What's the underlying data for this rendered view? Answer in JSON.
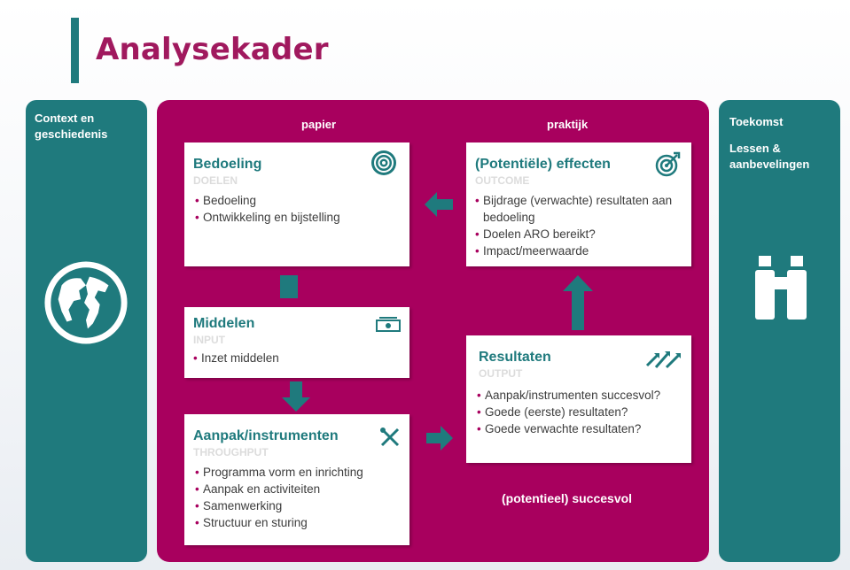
{
  "title": "Analysekader",
  "left_panel": {
    "text": "Context en geschiedenis",
    "icon": "globe-icon"
  },
  "right_panel": {
    "line1": "Toekomst",
    "line2": "Lessen & aanbevelingen",
    "icon": "binoculars-icon"
  },
  "center": {
    "col_left": "papier",
    "col_right": "praktijk",
    "bottom_label": "(potentieel) succesvol",
    "boxes": {
      "bedoeling": {
        "title": "Bedoeling",
        "sub": "DOELEN",
        "icon": "target-icon",
        "items": [
          "Bedoeling",
          "Ontwikkeling en bijstelling"
        ]
      },
      "effecten": {
        "title": "(Potentiële) effecten",
        "sub": "OUTCOME",
        "icon": "target-arrow-icon",
        "items": [
          "Bijdrage (verwachte) resultaten aan bedoeling",
          "Doelen ARO bereikt?",
          "Impact/meerwaarde"
        ]
      },
      "middelen": {
        "title": "Middelen",
        "sub": "INPUT",
        "icon": "money-icon",
        "items": [
          "Inzet middelen"
        ]
      },
      "aanpak": {
        "title": "Aanpak/instrumenten",
        "sub": "THROUGHPUT",
        "icon": "tools-icon",
        "items": [
          "Programma vorm en inrichting",
          "Aanpak en activiteiten",
          "Samenwerking",
          "Structuur en sturing"
        ]
      },
      "resultaten": {
        "title": "Resultaten",
        "sub": "OUTPUT",
        "icon": "arrows-icon",
        "items": [
          "Aanpak/instrumenten succesvol?",
          "Goede (eerste) resultaten?",
          "Goede verwachte resultaten?"
        ]
      }
    }
  },
  "colors": {
    "magenta": "#a8005e",
    "teal": "#1f7a7d",
    "title": "#a0195e"
  }
}
